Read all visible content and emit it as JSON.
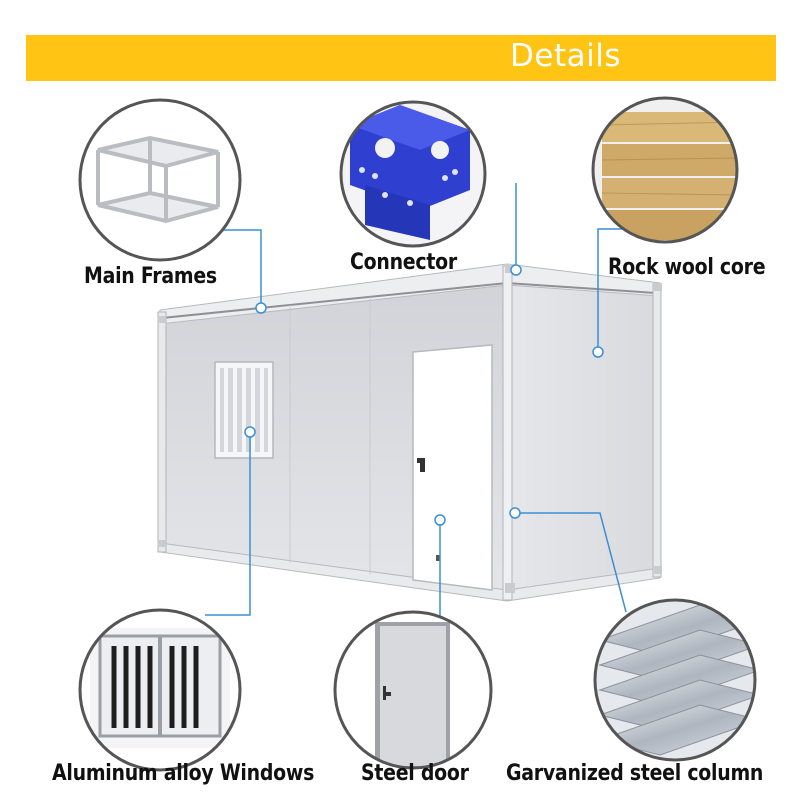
{
  "header": {
    "title": "Details"
  },
  "callouts": {
    "main_frames": "Main Frames",
    "connector": "Connector",
    "rock_wool_core": "Rock wool core",
    "aluminum_windows": "Aluminum alloy Windows",
    "steel_door": "Steel door",
    "galvanized_column": "Garvanized steel column"
  },
  "colors": {
    "banner": "#ffc414",
    "leader_line": "#3b8fd6",
    "connector_blue": "#2f3fd0",
    "container_panel": "#dcdde1",
    "circle_border": "#555555"
  }
}
